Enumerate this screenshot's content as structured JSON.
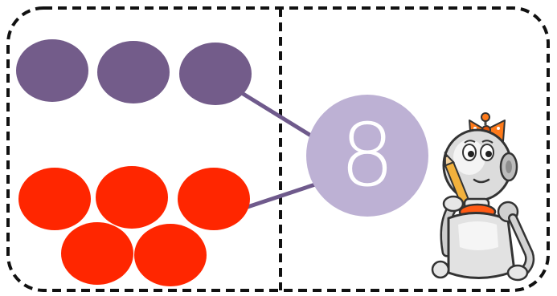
{
  "bond": {
    "total": {
      "value": "8",
      "color": "#bdb1d4",
      "text_color": "#ffffff"
    },
    "parts": [
      {
        "count": 3,
        "color": "#735c8a"
      },
      {
        "count": 5,
        "color": "#ff2600"
      }
    ],
    "connector_color": "#6f5a8c"
  },
  "colors": {
    "frame_dash": "#111111",
    "background": "#ffffff"
  },
  "icons": {
    "mascot": "thinking-robot-girl-icon"
  }
}
